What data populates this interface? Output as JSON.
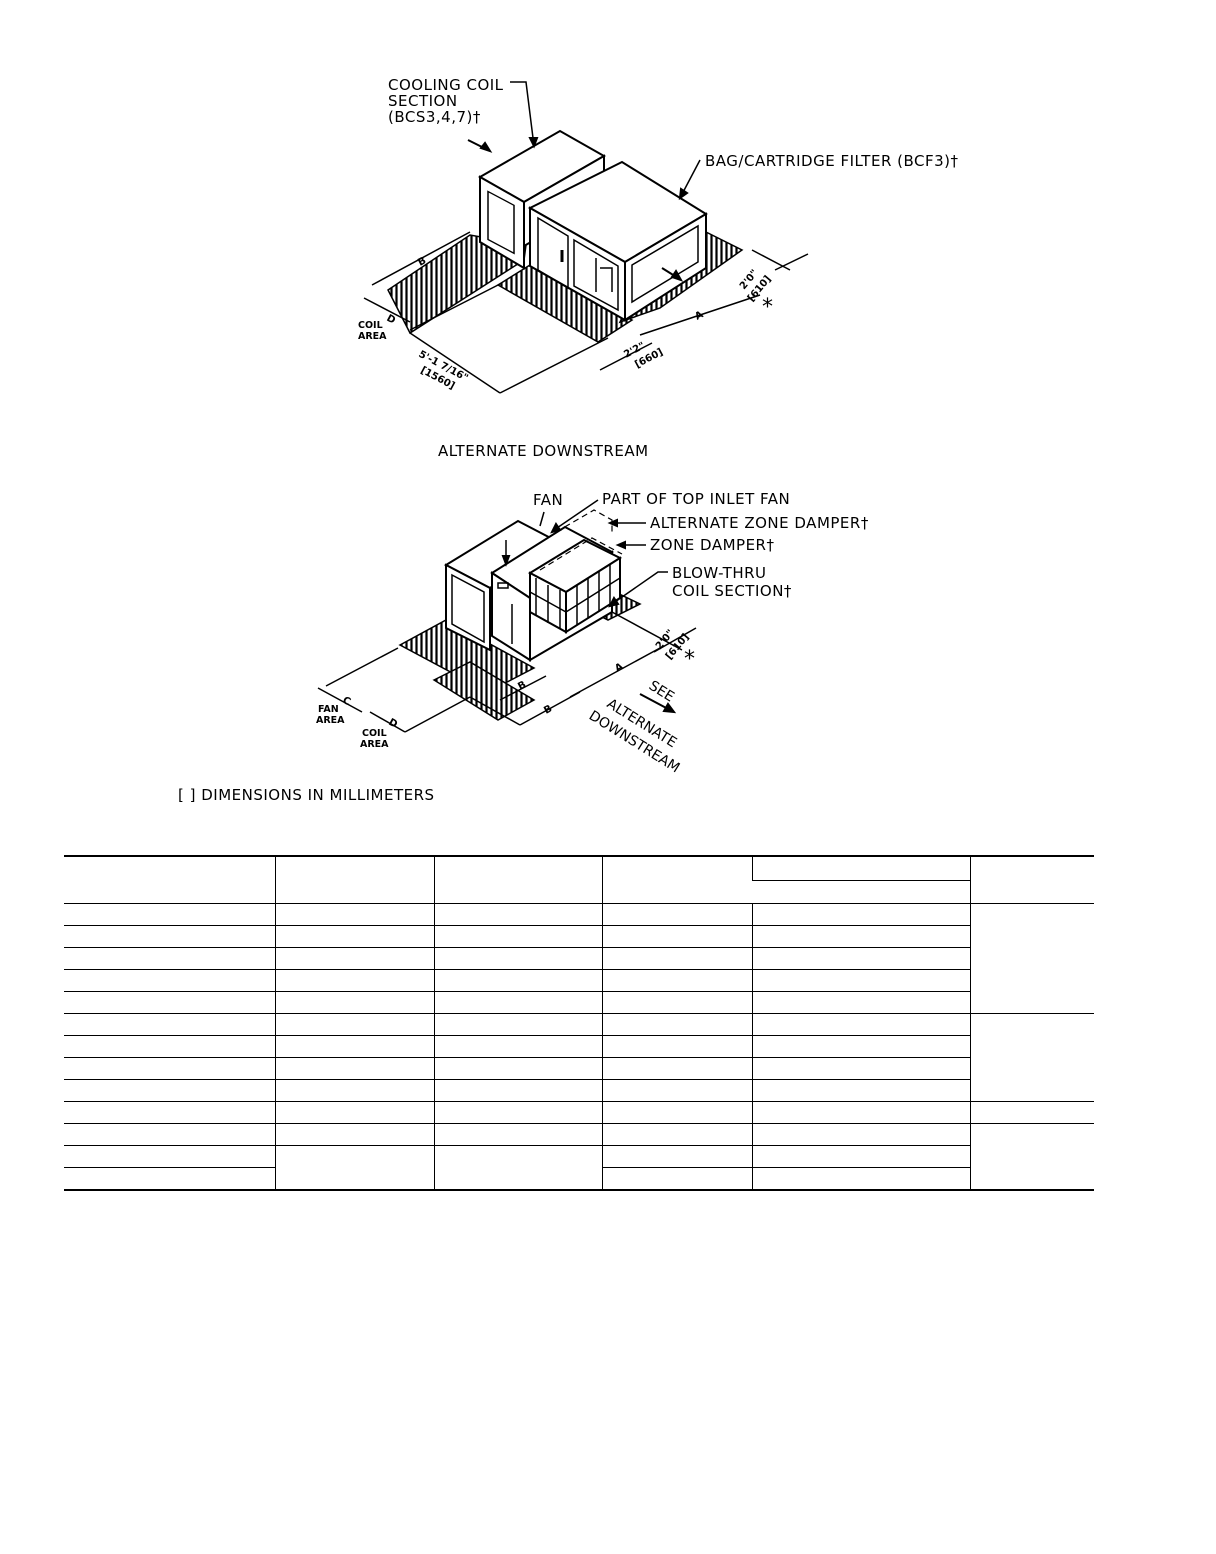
{
  "top_view": {
    "callout_cooling_coil": [
      "COOLING COIL",
      "SECTION",
      "(BCS3,4,7)†"
    ],
    "callout_filter": "BAG/CARTRIDGE FILTER (BCF3)†",
    "dim_b": "B",
    "dim_d": "D",
    "dim_a": "A",
    "coil_area": [
      "COIL",
      "AREA"
    ],
    "dim_length_ft": "5'-1 7/16\"",
    "dim_length_mm": "[1560]",
    "dim_2_2_ft": "2'2\"",
    "dim_2_2_mm": "[660]",
    "dim_2_0_ft": "2'0\"",
    "dim_2_0_mm": "[610]",
    "asterisk": "*",
    "caption": "ALTERNATE DOWNSTREAM"
  },
  "bottom_view": {
    "callout_fan": "FAN",
    "callout_top_inlet": "PART OF TOP INLET FAN",
    "callout_alt_zone": "ALTERNATE ZONE DAMPER†",
    "callout_zone": "ZONE DAMPER†",
    "callout_blowthru": [
      "BLOW-THRU",
      "COIL SECTION†"
    ],
    "dim_2_0_ft": "2'0\"",
    "dim_2_0_mm": "[610]",
    "asterisk": "*",
    "dim_a": "A",
    "dim_b": "B",
    "dim_b2": "B",
    "dim_c": "C",
    "dim_d": "D",
    "fan_area": [
      "FAN",
      "AREA"
    ],
    "coil_area": [
      "COIL",
      "AREA"
    ],
    "see_note": [
      "SEE",
      "ALTERNATE",
      "DOWNSTREAM"
    ]
  },
  "note": "[ ] DIMENSIONS IN MILLIMETERS"
}
